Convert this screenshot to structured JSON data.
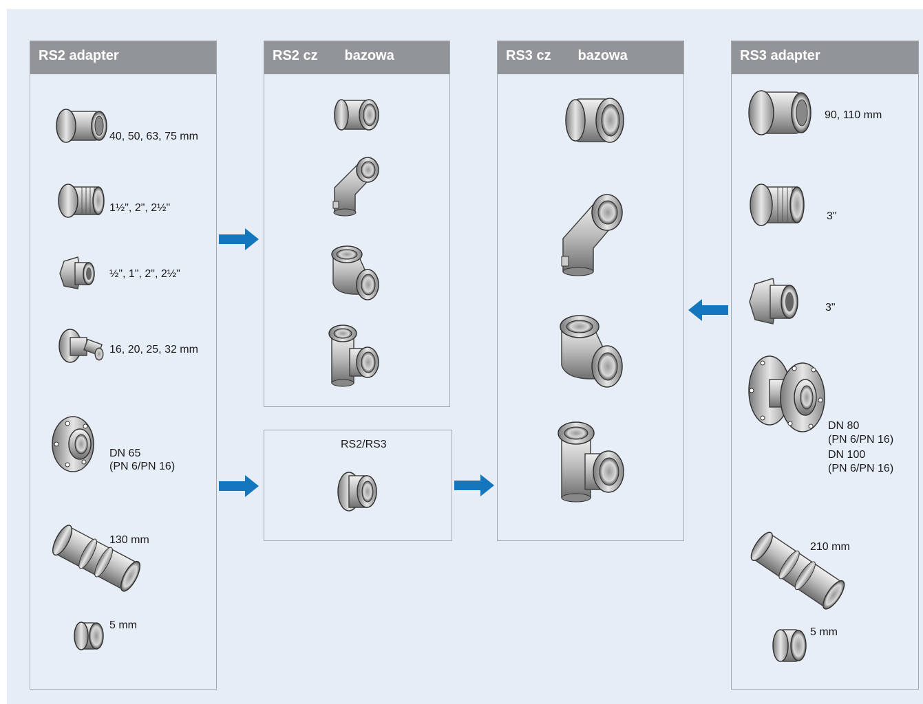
{
  "panels": {
    "rs2_adapter": {
      "title": "RS2 adapter"
    },
    "rs2_base": {
      "title": "RS2 cz       bazowa"
    },
    "rs3_base": {
      "title": "RS3 cz       bazowa"
    },
    "rs3_adapter": {
      "title": "RS3 adapter"
    },
    "transition": {
      "title": "RS2/RS3"
    }
  },
  "rs2_adapter_items": [
    {
      "label": "40, 50, 63, 75 mm",
      "icon": "threaded-adapter-icon"
    },
    {
      "label": "1½\", 2\", 2½\"",
      "icon": "male-thread-adapter-icon"
    },
    {
      "label": "½\", 1\", 2\", 2½\"",
      "icon": "female-thread-adapter-icon"
    },
    {
      "label": "16, 20, 25, 32 mm",
      "icon": "reducer-adapter-icon"
    },
    {
      "label": "DN 65",
      "label2": "(PN 6/PN 16)",
      "icon": "flange-adapter-icon"
    },
    {
      "label": "130 mm",
      "icon": "extension-sleeve-icon"
    },
    {
      "label": "5 mm",
      "icon": "end-ring-icon"
    }
  ],
  "rs2_base_items": [
    {
      "icon": "coupling-icon"
    },
    {
      "icon": "elbow-45-icon"
    },
    {
      "icon": "elbow-90-icon"
    },
    {
      "icon": "tee-icon"
    }
  ],
  "rs3_base_items": [
    {
      "icon": "coupling-icon"
    },
    {
      "icon": "elbow-45-icon"
    },
    {
      "icon": "elbow-90-icon"
    },
    {
      "icon": "tee-icon"
    }
  ],
  "rs3_adapter_items": [
    {
      "label": "90, 110 mm",
      "icon": "threaded-adapter-icon"
    },
    {
      "label": "3\"",
      "icon": "male-thread-adapter-icon"
    },
    {
      "label": "3\"",
      "icon": "female-thread-adapter-icon"
    },
    {
      "label": "DN 80",
      "label2": "(PN 6/PN 16)",
      "label3": "DN 100",
      "label4": "(PN 6/PN 16)",
      "icon": "double-flange-adapter-icon"
    },
    {
      "label": "210 mm",
      "icon": "extension-sleeve-icon"
    },
    {
      "label": "5 mm",
      "icon": "end-ring-icon"
    }
  ],
  "colors": {
    "arrow": "#1477bd",
    "header": "#919599",
    "panel": "#e7eef8",
    "background": "#e6edf7"
  }
}
